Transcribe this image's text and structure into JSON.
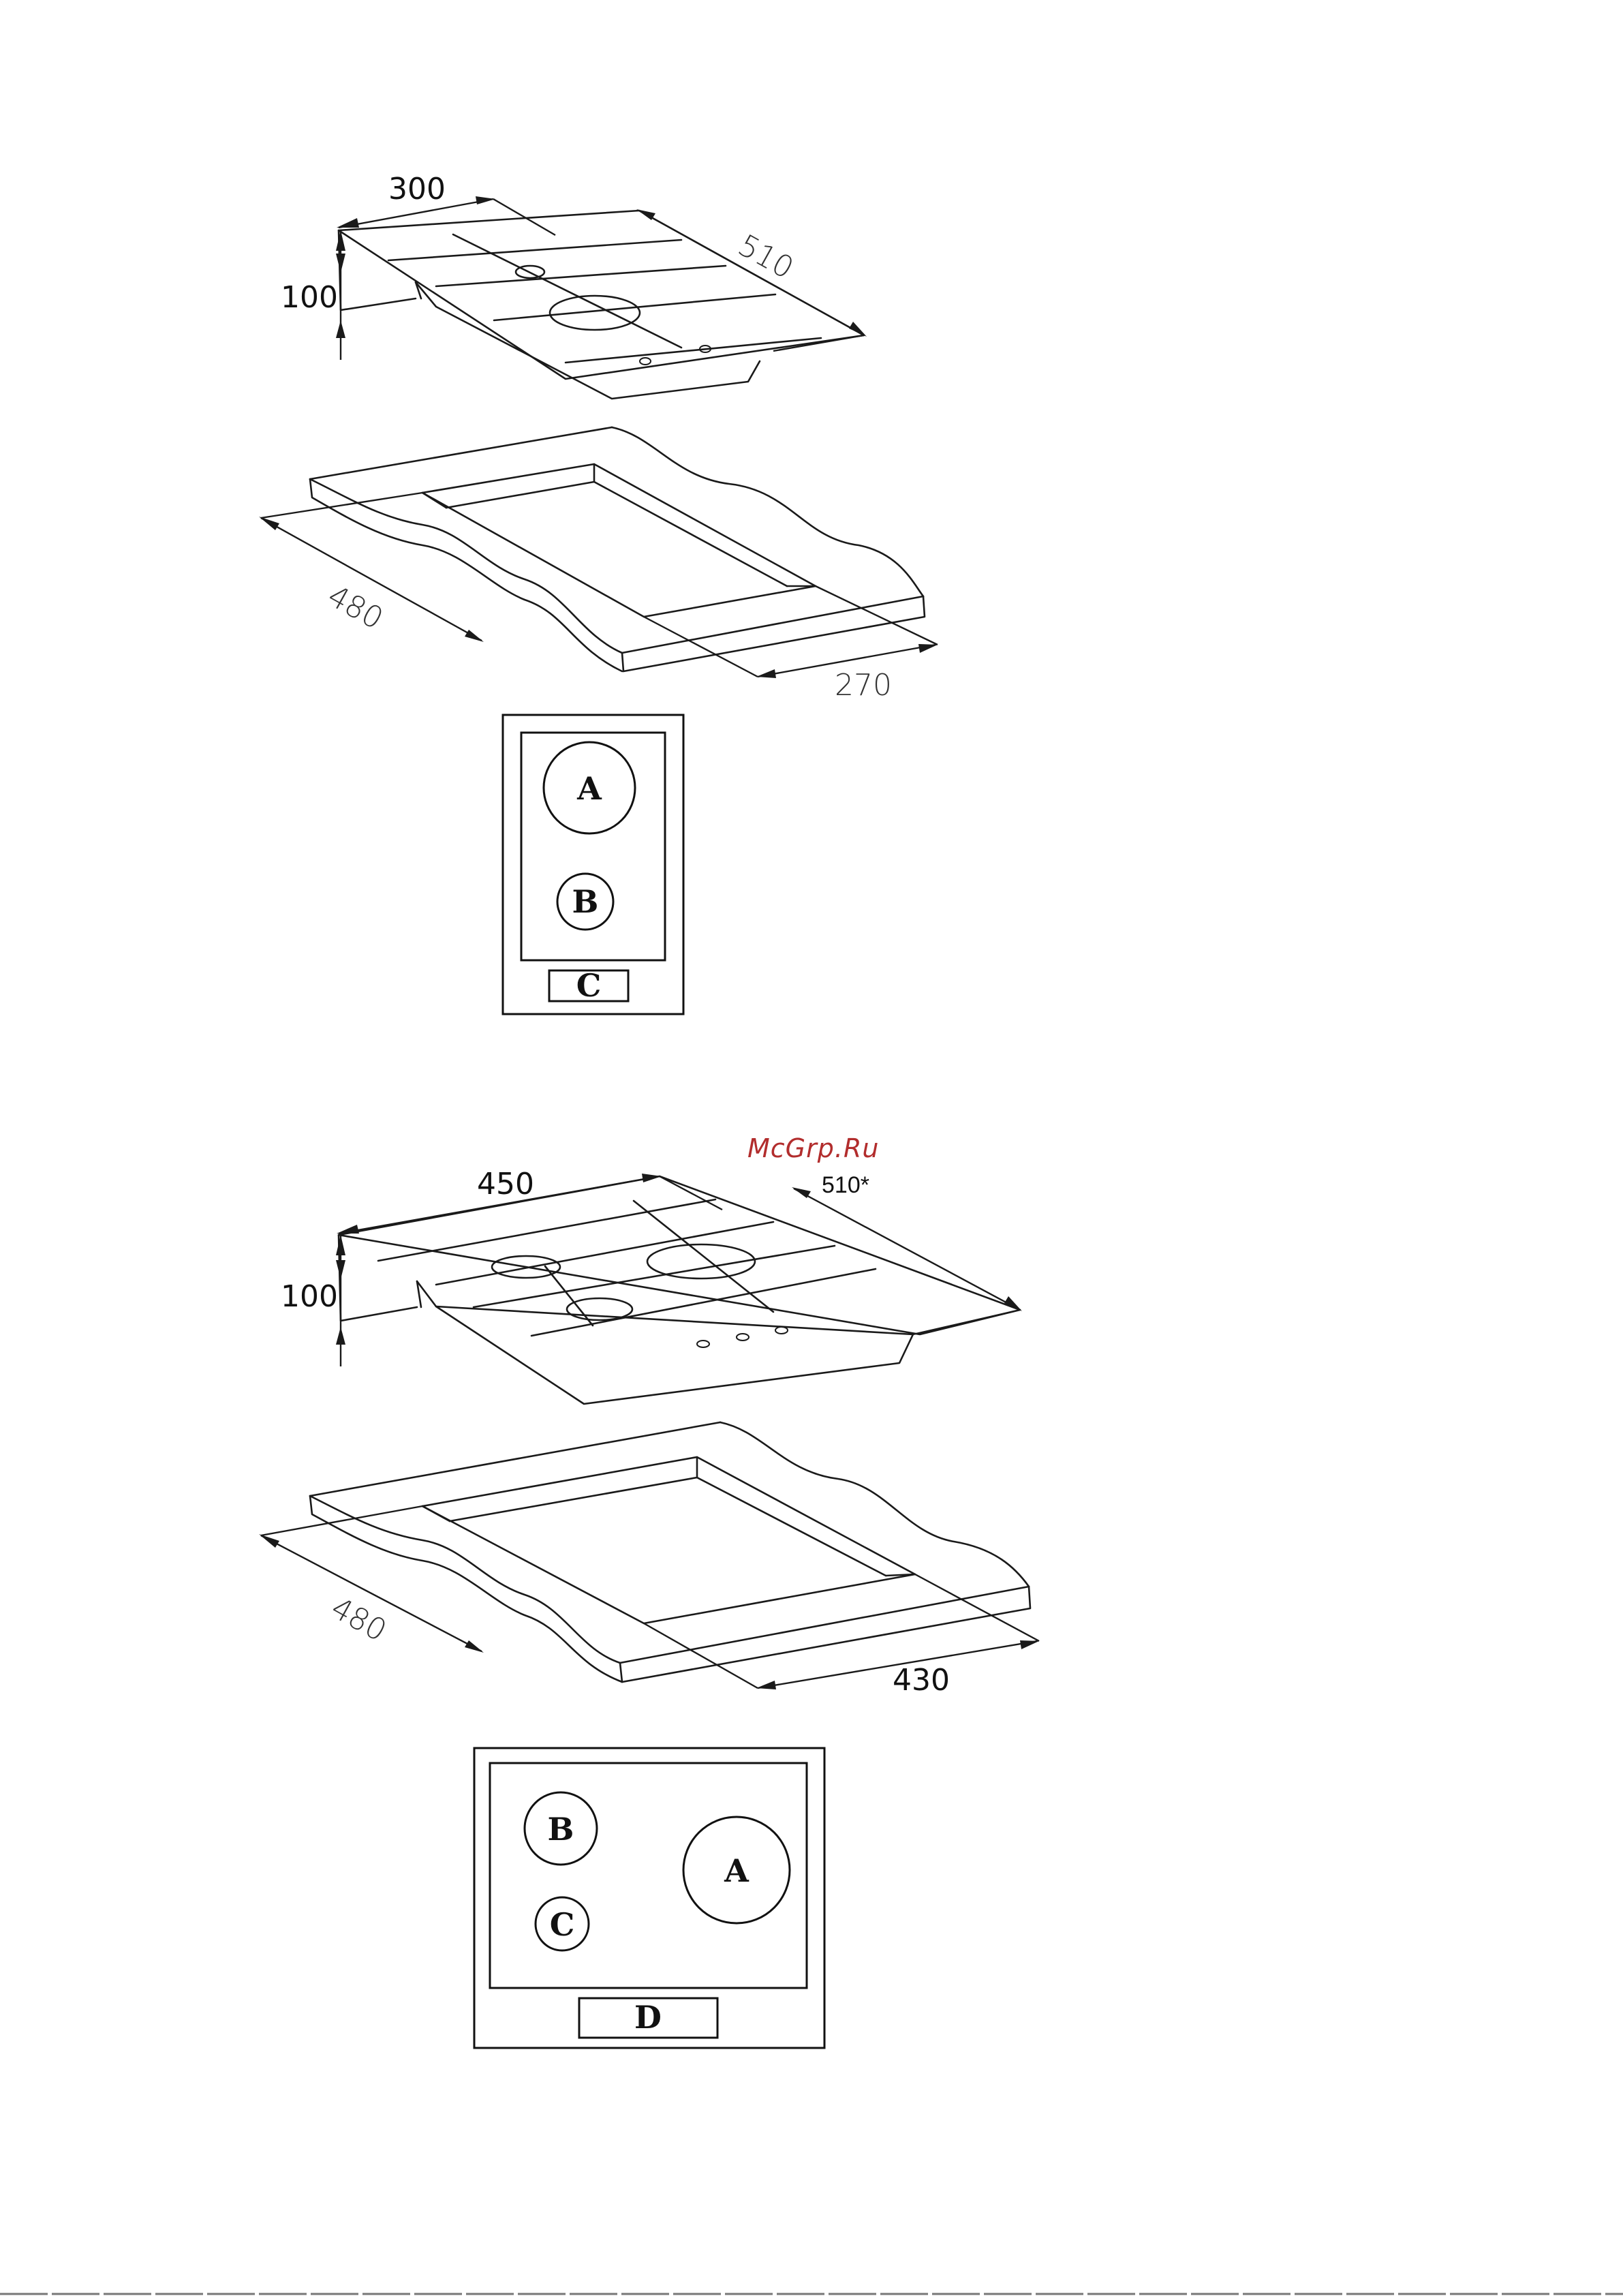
{
  "watermark": "McGrp.Ru",
  "hob_small": {
    "dimensions": {
      "width": "300",
      "depth": "510",
      "height": "100"
    },
    "cutout": {
      "depth": "480",
      "width": "270"
    },
    "layout": {
      "zone_a": "A",
      "zone_b": "B",
      "control": "C"
    }
  },
  "hob_large": {
    "dimensions": {
      "width": "450",
      "depth": "510*",
      "height": "100"
    },
    "cutout": {
      "depth": "480",
      "width": "430"
    },
    "layout": {
      "zone_a": "A",
      "zone_b": "B",
      "zone_c": "C",
      "control": "D"
    }
  }
}
